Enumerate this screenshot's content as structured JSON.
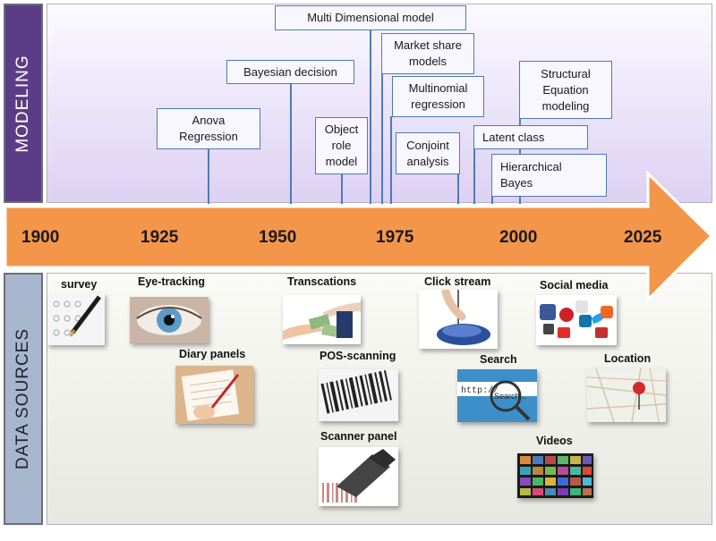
{
  "sections": {
    "modeling": "MODELING",
    "data_sources": "DATA SOURCES"
  },
  "timeline": {
    "years": [
      "1900",
      "1925",
      "1950",
      "1975",
      "2000",
      "2025"
    ],
    "arrow_color": "#f4964a",
    "arrow_border": "#ffffff"
  },
  "models": {
    "multi_dimensional": "Multi Dimensional model",
    "bayesian_decision": "Bayesian decision",
    "anova_regression": "Anova\nRegression",
    "object_role": "Object\nrole\nmodel",
    "market_share": "Market share\nmodels",
    "multinomial": "Multinomial\nregression",
    "conjoint": "Conjoint\nanalysis",
    "sem": "Structural\nEquation\nmodeling",
    "latent_class": "Latent class",
    "hierarchical_bayes": "Hierarchical\nBayes"
  },
  "data_sources": {
    "survey": "survey",
    "eye_tracking": "Eye-tracking",
    "diary_panels": "Diary panels",
    "transactions": "Transcations",
    "pos_scanning": "POS-scanning",
    "scanner_panel": "Scanner panel",
    "click_stream": "Click stream",
    "search": "Search",
    "social_media": "Social media",
    "location": "Location",
    "videos": "Videos"
  },
  "search_image_text": {
    "url": "http://",
    "box": "Search..."
  },
  "colors": {
    "modeling_side": "#5d3c86",
    "data_side": "#a7b6cd",
    "box_border": "#4e7bb8"
  }
}
